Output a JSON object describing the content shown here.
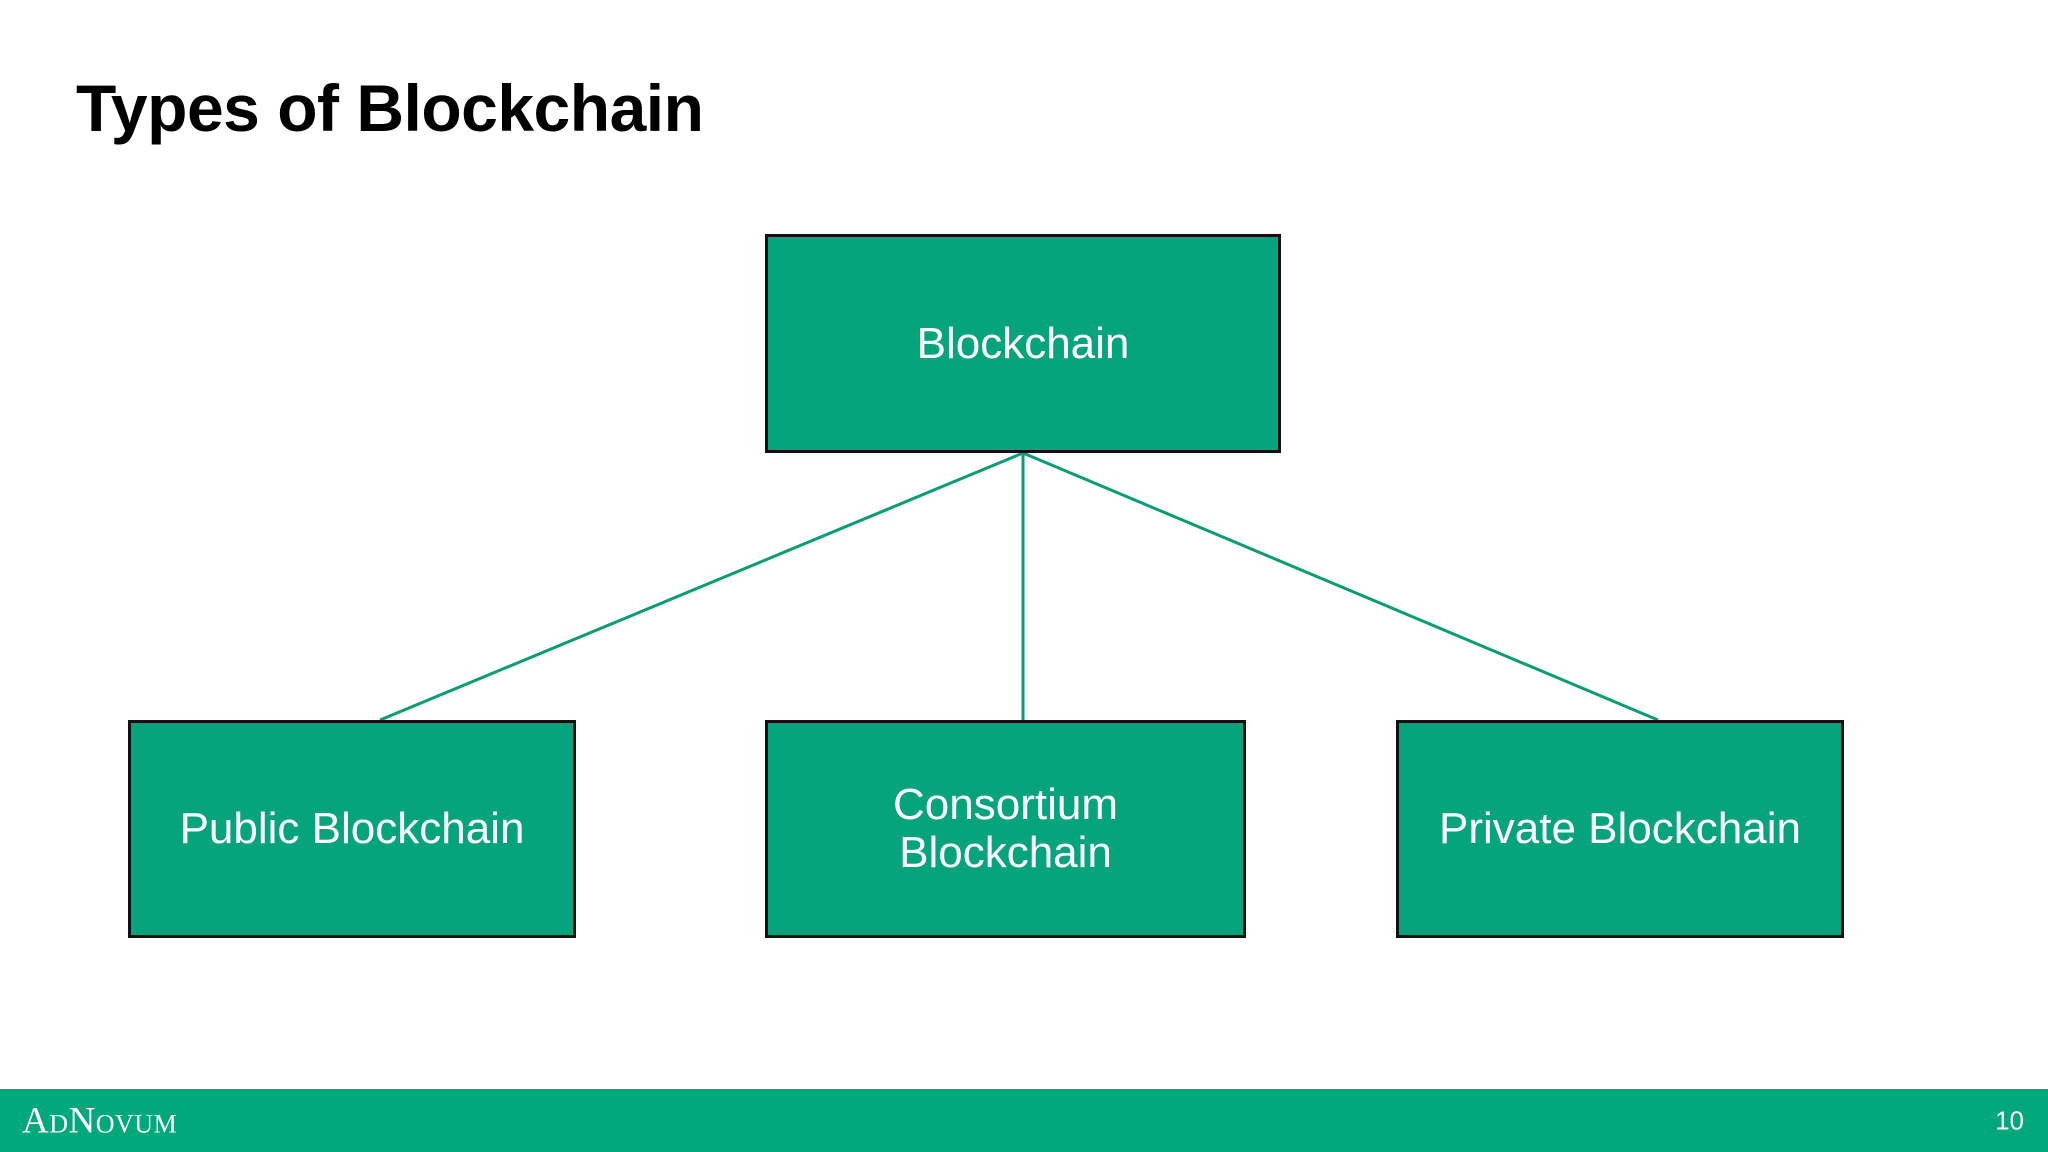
{
  "slide": {
    "title": "Types of Blockchain",
    "background_color": "#ffffff",
    "page_number": "10"
  },
  "theme": {
    "accent_green": "#06a47d",
    "footer_green": "#00a87c",
    "node_border": "#111111",
    "node_text": "#ffffff",
    "connector_color": "#0a9d75",
    "title_color": "#000000"
  },
  "diagram": {
    "type": "hierarchy",
    "root": {
      "id": "root",
      "label": "Blockchain"
    },
    "children": [
      {
        "id": "public",
        "label": "Public Blockchain"
      },
      {
        "id": "consortium",
        "label": "Consortium\nBlockchain"
      },
      {
        "id": "private",
        "label": "Private Blockchain"
      }
    ],
    "connectors": [
      {
        "from": "root",
        "to": "public"
      },
      {
        "from": "root",
        "to": "consortium"
      },
      {
        "from": "root",
        "to": "private"
      }
    ]
  },
  "footer": {
    "brand": {
      "full": "AdNovum",
      "part_a": "A",
      "part_d": "D",
      "part_n": "N",
      "part_ovum": "OVUM"
    },
    "page_number": "10"
  }
}
